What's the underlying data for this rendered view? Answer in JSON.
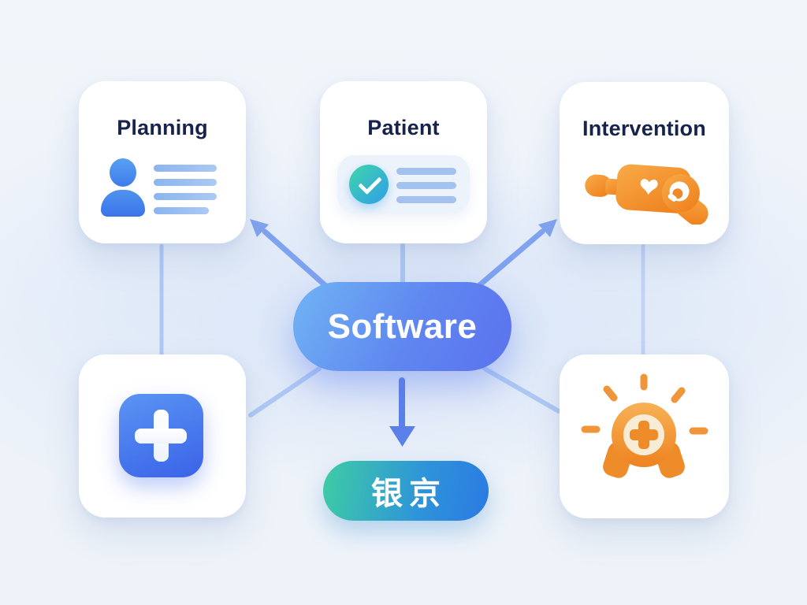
{
  "nodes": {
    "planning": {
      "title": "Planning",
      "icon": "user-profile-with-text-lines-icon",
      "detail_lines": 4
    },
    "patient": {
      "title": "Patient",
      "icon": "checkmark-circle-with-text-lines-icon",
      "detail_lines": 3
    },
    "intervention": {
      "title": "Intervention",
      "icon": "hand-holding-heart-card-icon"
    },
    "medical_plus": {
      "icon": "medical-plus-tile-icon"
    },
    "award_badge": {
      "icon": "shining-medal-with-cross-icon"
    },
    "software": {
      "label": "Software"
    },
    "brand": {
      "label": "银京"
    }
  },
  "colors": {
    "background": "#eff3f9",
    "card_bg": "#ffffff",
    "title_text": "#16234b",
    "blue_primary": "#4a86ee",
    "light_detail_line": "#a6c4f1",
    "teal_check": "#3ed3a9",
    "orange_icon": "#f2912d",
    "software_gradient_start": "#70b4f4",
    "software_gradient_end": "#5b72ee",
    "brand_gradient_start": "#3ecda4",
    "brand_gradient_end": "#2b7ae2",
    "connector_light": "#aec8f3",
    "connector_faint": "#c2d3f4",
    "connector_arrow": "#7fa3ef",
    "connector_strong": "#5b80e9"
  }
}
